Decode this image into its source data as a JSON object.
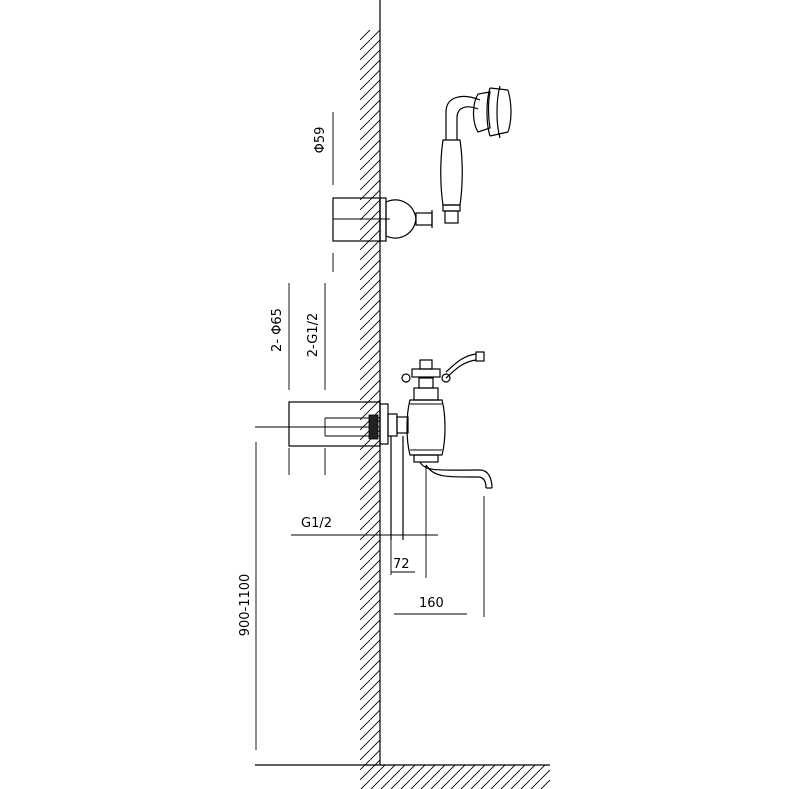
{
  "diagram": {
    "dimensions": {
      "hand_shower_diameter": "Φ59",
      "holder_diameter": "2- Φ65",
      "holder_thread": "2-G1/2",
      "inlet_thread": "G1/2",
      "spout_offset_small": "72",
      "spout_reach": "160",
      "mounting_height": "900-1100"
    }
  }
}
